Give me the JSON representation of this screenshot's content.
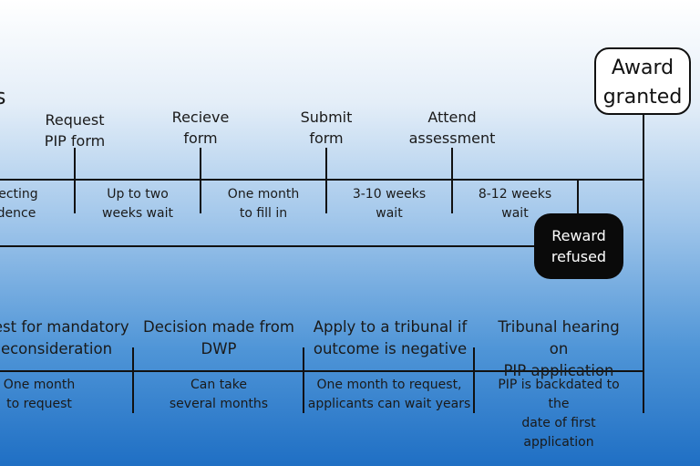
{
  "partial_heading": "s",
  "award_box": "Award\ngranted",
  "refused_box": "Reward\nrefused",
  "row1": {
    "steps": [
      "Request\nPIP form",
      "Recieve\nform",
      "Submit\nform",
      "Attend\nassessment"
    ],
    "durations": [
      "lecting\ndence",
      "Up to two\nweeks wait",
      "One month\nto fill in",
      "3-10 weeks\nwait",
      "8-12 weeks\nwait"
    ]
  },
  "row2": {
    "steps": [
      "uest for mandatory\neconsideration",
      "Decision made from\nDWP",
      "Apply to a tribunal if\noutcome is negative",
      "Tribunal hearing on\nPIP application"
    ],
    "durations": [
      "One month\nto request",
      "Can take\nseveral months",
      "One month to request,\napplicants can wait years",
      "PIP is backdated to the\ndate of first application"
    ]
  }
}
